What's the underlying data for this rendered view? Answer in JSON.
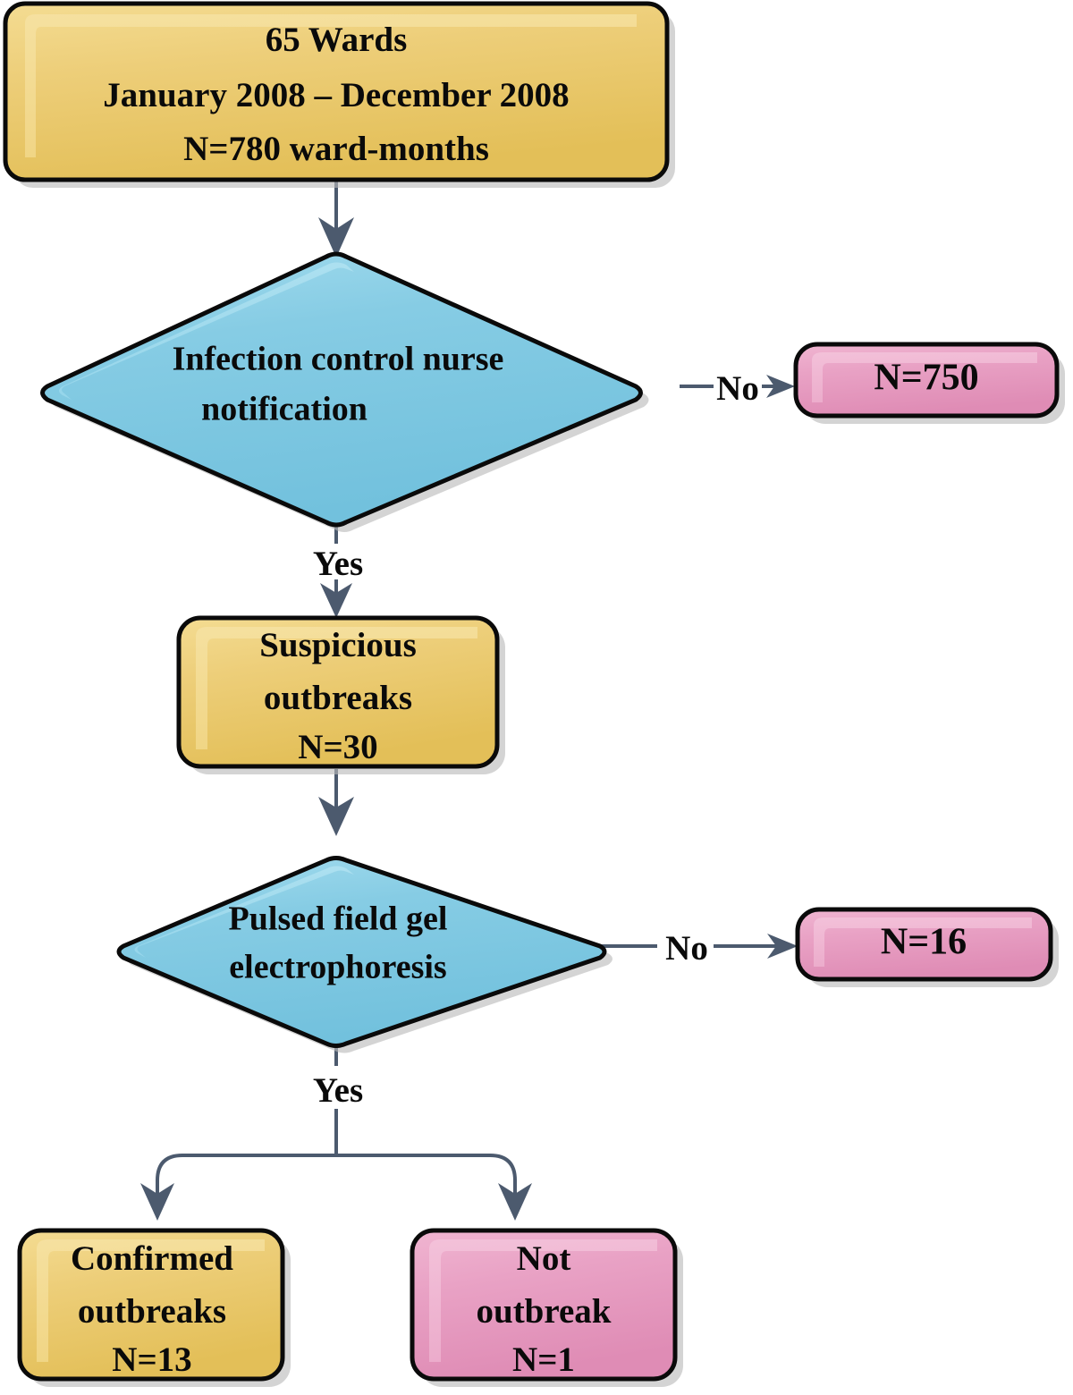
{
  "diagram": {
    "title": "Outbreak identification flow chart",
    "palette": {
      "gold_fill_light": "#F2D98C",
      "gold_fill": "#E9C76B",
      "gold_fill_dark": "#E0BC53",
      "blue_fill_light": "#9BD8EC",
      "blue_fill": "#7CC7E1",
      "blue_fill_dark": "#6FC0DC",
      "pink_fill_light": "#EFB0CF",
      "pink_fill": "#E79BC0",
      "pink_fill_dark": "#DE8AB4",
      "outline": "#0A0A0A",
      "connector": "#4C5A6E",
      "shadow": "#B9B9B9",
      "background": "#FFFFFF"
    },
    "nodes": [
      {
        "id": "cohort",
        "shape": "rounded-rect",
        "color": "gold",
        "lines": [
          "65 Wards",
          "January 2008  –  December 2008",
          "N=780 ward-months"
        ]
      },
      {
        "id": "icn-notification",
        "shape": "diamond",
        "color": "blue",
        "lines": [
          "Infection control nurse",
          "notification"
        ]
      },
      {
        "id": "no-notification-count",
        "shape": "rounded-rect",
        "color": "pink",
        "lines": [
          "N=750"
        ]
      },
      {
        "id": "suspicious-outbreaks",
        "shape": "rounded-rect",
        "color": "gold",
        "lines": [
          "Suspicious",
          "outbreaks",
          "N=30"
        ]
      },
      {
        "id": "pfge",
        "shape": "diamond",
        "color": "blue",
        "lines": [
          "Pulsed field gel",
          "electrophoresis"
        ]
      },
      {
        "id": "no-pfge-count",
        "shape": "rounded-rect",
        "color": "pink",
        "lines": [
          "N=16"
        ]
      },
      {
        "id": "confirmed-outbreaks",
        "shape": "rounded-rect",
        "color": "gold",
        "lines": [
          "Confirmed",
          "outbreaks",
          "N=13"
        ]
      },
      {
        "id": "not-outbreak",
        "shape": "rounded-rect",
        "color": "pink",
        "lines": [
          "Not",
          "outbreak",
          "N=1"
        ]
      }
    ],
    "edge_labels": {
      "icn_no": "No",
      "icn_yes": "Yes",
      "pfge_no": "No",
      "pfge_yes": "Yes"
    }
  },
  "cohort": {
    "line1": "65 Wards",
    "line2": "January 2008  –  December 2008",
    "line3": "N=780 ward-months"
  },
  "icn": {
    "line1": "Infection control nurse",
    "line2": "notification"
  },
  "no_notification": {
    "line1": "N=750"
  },
  "suspicious": {
    "line1": "Suspicious",
    "line2": "outbreaks",
    "line3": "N=30"
  },
  "pfge": {
    "line1": "Pulsed field gel",
    "line2": "electrophoresis"
  },
  "no_pfge": {
    "line1": "N=16"
  },
  "confirmed": {
    "line1": "Confirmed",
    "line2": "outbreaks",
    "line3": "N=13"
  },
  "not_outbreak": {
    "line1": "Not",
    "line2": "outbreak",
    "line3": "N=1"
  },
  "labels": {
    "no_1": "No",
    "yes_1": "Yes",
    "no_2": "No",
    "yes_2": "Yes"
  }
}
